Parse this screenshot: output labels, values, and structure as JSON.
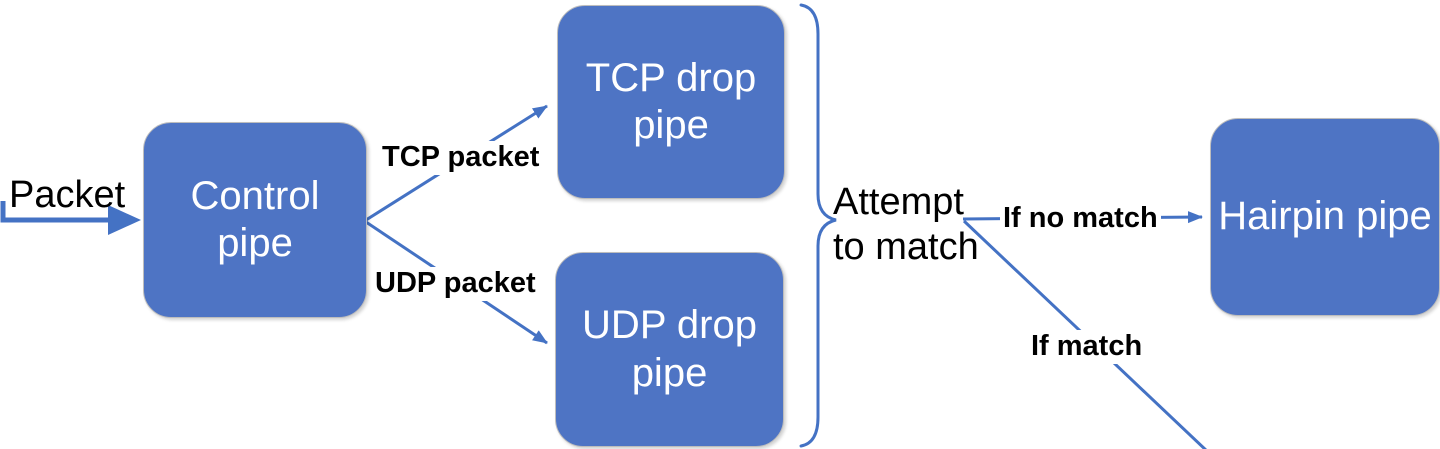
{
  "colors": {
    "accent": "#4472C4",
    "node_fill": "#4E74C4",
    "node_border": "#BDBDBD",
    "node_text": "#FFFFFF",
    "label_text": "#000000",
    "canvas_bg": "#FFFFFF"
  },
  "nodes": {
    "control": {
      "label": "Control pipe"
    },
    "tcp": {
      "label": "TCP drop pipe"
    },
    "udp": {
      "label": "UDP drop pipe"
    },
    "hairpin": {
      "label": "Hairpin pipe"
    }
  },
  "edge_labels": {
    "input": "Packet",
    "tcp": "TCP packet",
    "udp": "UDP packet",
    "no_match": "If no match",
    "match": "If match",
    "brace_annotation": "Attempt to match"
  }
}
